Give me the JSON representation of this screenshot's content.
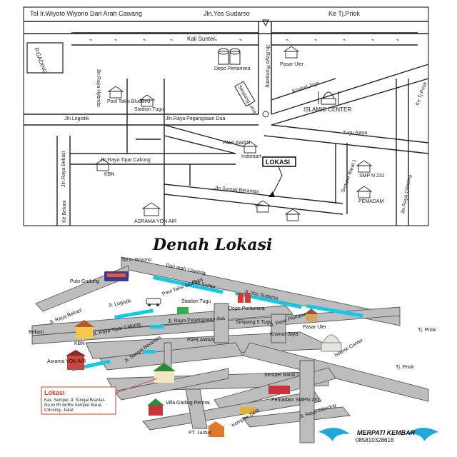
{
  "top_map": {
    "roads": {
      "tol": "Tol Ir.Wiyoto Wiyono Dari Arah Cawang",
      "sudarso": "Jln.Yos Sudarso",
      "ke_priok": "Ke Tj.Priok",
      "kali_sunter": "Kali Sunter",
      "p_gading": "P.GADING",
      "plumpang": "Jln.Raya Plumpang",
      "kramat_jaya": "Kramat Jaya",
      "ke_tj_priok_right": "Ke Tj.Priok",
      "logistik": "Jln.Logistik",
      "pegangsaan": "Jln.Raya Pegangsaan Dua",
      "pahlawan": "PAHLAWAN",
      "tugu_raya": "Tugu Raya",
      "bekasi": "Jln.Raya Bekasi",
      "tipar": "Jln.Raya Tipar Cakung",
      "sungai": "Jln.Sungai Berantas",
      "semper": "Semper Barat 1",
      "cilincing": "Jln.Raya Cilincing",
      "ke_bekasi": "Ke Bekasi",
      "hybrida": "Jln.Raya Hybrida"
    },
    "landmarks": {
      "depo": "Depo Pertamina",
      "pasar_uler": "Pasar Uler",
      "islamic": "ISLAMIC CENTER",
      "pool": "Pool Taksi BlueBird",
      "stadion": "Stadion Tugu",
      "indomart": "Indomart",
      "lokasi": "LOKASI",
      "kbn": "KBN",
      "smpn": "SMP N 231",
      "asrama": "ASRAMA YON AIR",
      "pemadam": "PEMADAM",
      "simpang": "Simpang Lima"
    }
  },
  "bottom_map": {
    "title": "Denah Lokasi",
    "roads": {
      "tol": "Tol Ir. Wiyono",
      "dari": "Dari arah Cawang",
      "kali": "Kali Sunter",
      "sudarso": "Jl. Yos Sudarso",
      "priok": "Tj. Priok",
      "logistik": "Jl. Logistik",
      "pegangsaan": "Jl. Raya Pegangsaan dua",
      "bekasi_label": "Bekasi",
      "raya_bekasi": "Jl. Raya Bekasi",
      "tipar": "Jl. Raya Tipar Cakung",
      "pahlawan": "PAHLAWAN",
      "plumpang": "Jl. Raya Plumpang",
      "kramat": "Kramat Jaya",
      "sungai": "Jl. Sungai Berantas",
      "semper": "Semper Barat 1",
      "cilincing": "Jl. Raya Cilincing",
      "priok2": "Tj. Priuk"
    },
    "landmarks": {
      "pulo": "Pulo Gadung",
      "pool": "Pool Taksi BlueBird",
      "stadion": "Stadion Tugu",
      "depo": "Depo Pertamina",
      "simpang": "Simpang 5 Tugu",
      "pasar": "Pasar Uler",
      "islamic": "Islamic Center",
      "kbn": "KBN",
      "asrama": "Asrama YON AIR",
      "pemadam": "Pemadam SMPN 231",
      "villa": "Villa Gading Permai",
      "komplek": "Komplek DPR",
      "justus": "PT. Justus"
    },
    "lokasi_box": {
      "title": "Lokasi",
      "address": [
        "Kav. Semper Jl. Sungai Brantas",
        "No.xx Rt xx/Rw Semper Barat,",
        "Cilincing- Jakut"
      ]
    },
    "logo": {
      "name": "MERPATI KEMBAR",
      "phone": "085810328618"
    }
  },
  "colors": {
    "cyan": "#16c7e6",
    "road": "#bdbdbd",
    "red_box": "#d73b2a"
  }
}
